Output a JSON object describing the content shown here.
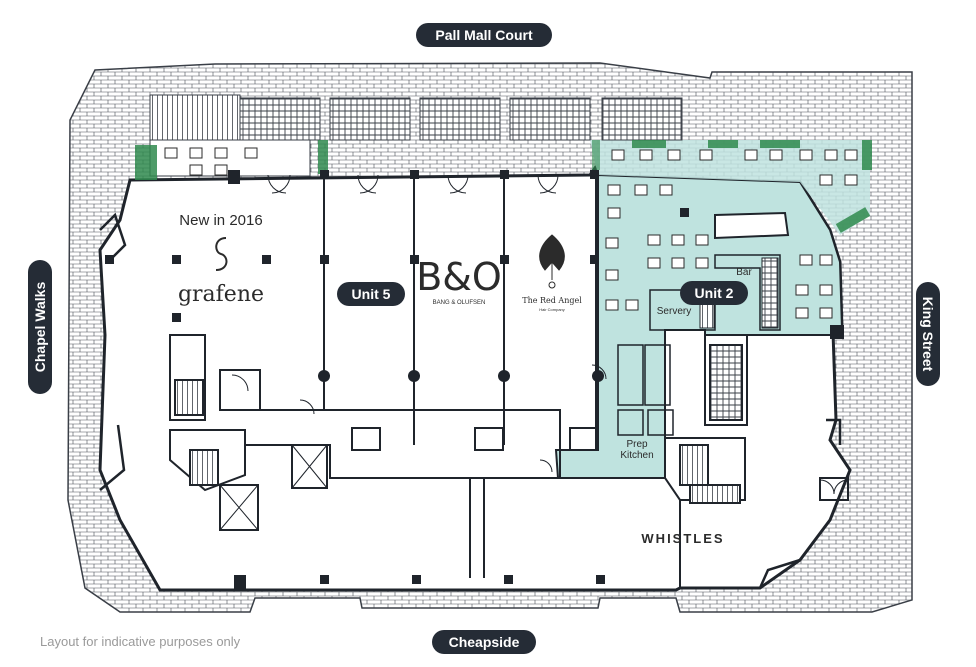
{
  "streets": {
    "north": "Pall Mall Court",
    "south": "Cheapside",
    "west": "Chapel Walks",
    "east": "King Street"
  },
  "units": {
    "unit5": "Unit 5",
    "unit2": "Unit 2"
  },
  "tenants": {
    "grafene_tag": "New in 2016",
    "grafene_name": "grafene",
    "bo_logo": "B&O",
    "bo_name": "BANG & OLUFSEN",
    "red_angel_name": "The Red Angel",
    "red_angel_sub": "Hair Company",
    "whistles": "WHISTLES"
  },
  "rooms": {
    "bar": "Bar",
    "servery": "Servery",
    "prep_kitchen_line1": "Prep",
    "prep_kitchen_line2": "Kitchen"
  },
  "disclaimer": "Layout for indicative purposes only",
  "colors": {
    "highlight": "#bfe3df",
    "wall": "#1f242b",
    "pill": "#252c36",
    "greenery": "#2f8a4e"
  }
}
